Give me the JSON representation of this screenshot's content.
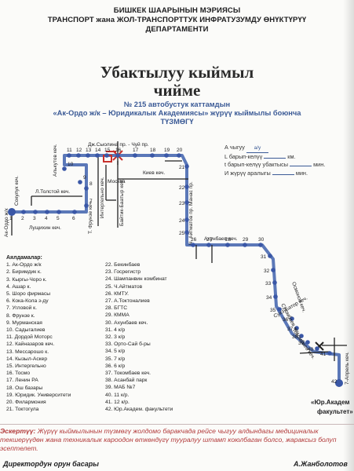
{
  "header": {
    "line1": "БИШКЕК ШААРЫНЫН МЭРИЯСЫ",
    "line2": "ТРАНСПОРТ жана ЖОЛ-ТРАНСПОРТТУК ИНФРАТУЗУМДУ ӨНҮКТҮРҮҮ",
    "line3": "ДЕПАРТАМЕНТИ"
  },
  "title": {
    "line1": "Убактылуу кыймыл",
    "line2": "чийме"
  },
  "subtitle": {
    "line1": "№ 215 автобустук каттамдын",
    "line2": "«Ак-Ордо ж/к – Юридикалык Академиясы» жүрүү кыймылы боюнча",
    "line3": "ТҮЗМӨГҮ"
  },
  "fields": {
    "route_a": {
      "label": "А чыгуу",
      "value": "а/у"
    },
    "length_l": {
      "label": "L барып-келүү",
      "unit": "км."
    },
    "time_t": {
      "label": "t барып-келүү убактысы",
      "unit": "мин."
    },
    "interval": {
      "label": "И жүрүү аралыгы",
      "unit": "мин."
    }
  },
  "map": {
    "streets": [
      "Дж.Сыолина пр. - Чуй пр.",
      "Алькутов кеч.",
      "Интергельно кеч.",
      "Москва",
      "Киев кеч.",
      "Байтик-Баатыр кеч.",
      "Л.Толстой кеч.",
      "Т. Фрунзе кеч.",
      "Лущихин кеч.",
      "Ак-Ордо ж/к",
      "Сокулук кеч.",
      "Манас пр.",
      "Ч. Айтматов пр.",
      "Ахунбаев кеч.",
      "Осмонов кеч.",
      "Суюмбаев кеч.",
      "Токомбаев кеч.",
      "Сухэ-Батор кеч.",
      "7-Апрель кеч.",
      "«Юр.Академ. факультет»"
    ],
    "stop_numbers": [
      "1",
      "2",
      "3",
      "4",
      "5",
      "6",
      "7",
      "8",
      "9",
      "10",
      "11",
      "12",
      "13",
      "14",
      "15",
      "16",
      "17",
      "18",
      "19",
      "20",
      "21",
      "22",
      "23",
      "24",
      "25",
      "26",
      "27",
      "28",
      "29",
      "30",
      "31",
      "32",
      "33",
      "34",
      "35",
      "36",
      "37",
      "38",
      "39",
      "40",
      "41",
      "42"
    ],
    "terminal_label_line1": "«Юр.Академ",
    "terminal_label_line2": "факультет»"
  },
  "legend": {
    "heading": "Аялдамалар:",
    "col1": [
      "1. Ак-Ордо ж/к",
      "2. Биримдик к.",
      "3. Кыргы-Чоро к.",
      "4. Ашар к.",
      "5. Шоро фирмасы",
      "6. Кока-Кола з-ду",
      "7. Угловой к.",
      "8. Фрунзе к.",
      "9. Мурманская",
      "10. Садыгалиев",
      "11. Дордой Моторс",
      "12. Кайназаров кеч.",
      "13. Мессарошо к.",
      "14. Кызыл-Аскер",
      "15. Интергельно",
      "16. Тосмо",
      "17. Ленин РА",
      "18. Ош базары",
      "19. Юридик. Университети",
      "20. Филармония",
      "21. Токтогула"
    ],
    "col2": [
      "22. Бекинбаев",
      "23. Госрегистр",
      "24. Шампанвин комбинат",
      "25. Ч.Айтматов",
      "26. КМТУ.",
      "27. А.Токтоналиев",
      "28. БГТС",
      "29. КММА",
      "30. Ахунбаев кеч.",
      "31. 4 к/р",
      "32. 3 к/р",
      "33. Орто-Сай б-ры",
      "34. 5 к/р",
      "35. 7 к/р",
      "36. 6 к/р",
      "37. Токомбаев кеч.",
      "38. Асанбай парк",
      "39. МАБ №7",
      "40. 11 к/р.",
      "41. 12 к/р.",
      "42. Юр.Академ. факультети"
    ]
  },
  "footer": {
    "note_label": "Эскертүү:",
    "note_text": "Жүрүү кыймылынын түзмөгү жолдомо баракчада рейсе чыгуу алдындагы медициналык текшерүүдөн жана техникалык кароодон өткөндүгү тууралуу штамп коюлбаган болсо, жараксыз болуп эсептелет.",
    "sign_left": "Директордун орун басары",
    "sign_right": "А.Жанболотов"
  },
  "colors": {
    "route": "#5b78b8",
    "stop": "#3a57a6",
    "accent_text": "#3b5a96",
    "note": "#b23a3a",
    "red": "#c8312c"
  }
}
